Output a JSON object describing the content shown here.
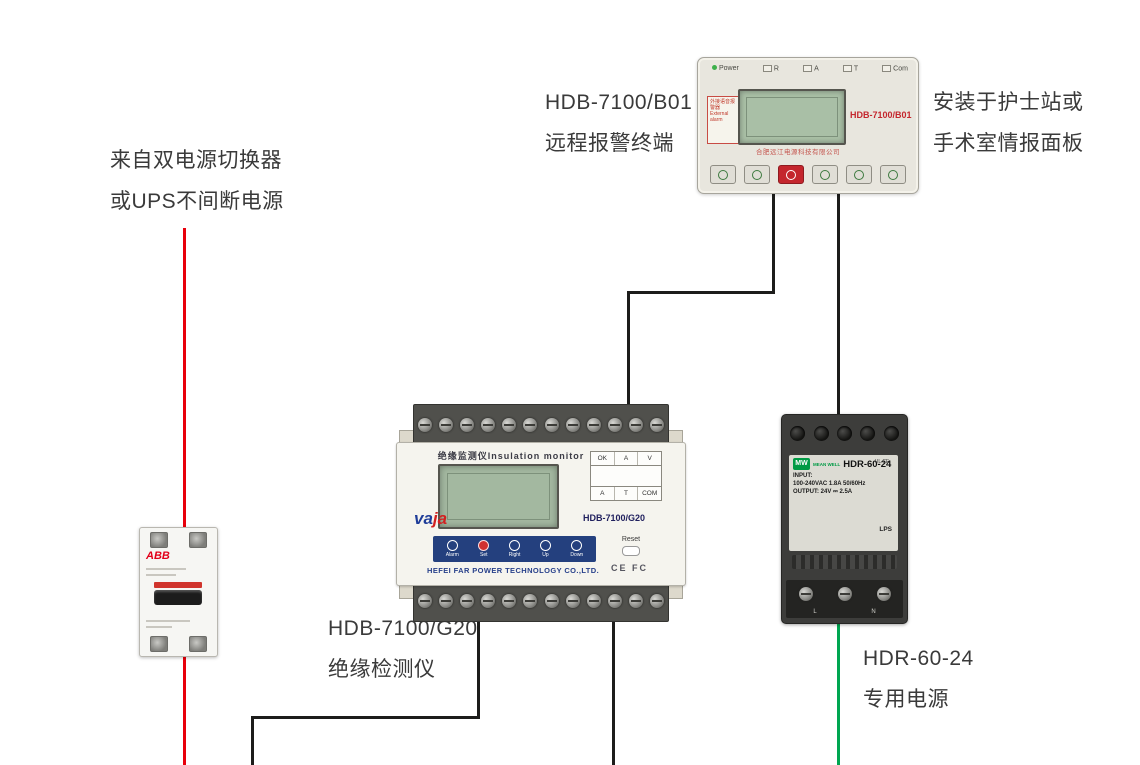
{
  "labels": {
    "source": [
      "来自双电源切换器",
      "或UPS不间断电源"
    ],
    "b01_title": [
      "HDB-7100/B01",
      "远程报警终端"
    ],
    "install": [
      "安装于护士站或",
      "手术室情报面板"
    ],
    "g20_title": [
      "HDB-7100/G20",
      "绝缘检测仪"
    ],
    "hdr_title": [
      "HDR-60-24",
      "专用电源"
    ]
  },
  "devices": {
    "abb": {
      "brand": "ABB"
    },
    "b01": {
      "top_labels": [
        "Power",
        "R",
        "A",
        "T",
        "Com"
      ],
      "side_label_cn": "外接语音报警器",
      "side_label_en": "External alarm",
      "model": "HDB-7100/B01",
      "company": "合肥远江电源科技有限公司"
    },
    "g20": {
      "title": "绝缘监测仪Insulation monitor",
      "brand_va": "va",
      "brand_ja": "ja",
      "model": "HDB-7100/G20",
      "indicators_row1": [
        "OK",
        "A",
        "V"
      ],
      "indicators_row2": [
        "A",
        "T",
        "COM"
      ],
      "buttons": [
        "Alarm",
        "Set",
        "Right",
        "Up",
        "Down"
      ],
      "reset_label": "Reset",
      "company": "HEFEI FAR POWER TECHNOLOGY CO.,LTD.",
      "marks": [
        "CE",
        "FC"
      ]
    },
    "hdr": {
      "brand": "MW",
      "brand_sub": "MEAN WELL",
      "model": "HDR-60-24",
      "input_label": "INPUT:",
      "input_value": "100-240VAC 1.8A 50/60Hz",
      "output_value": "OUTPUT: 24V ⎓ 2.5A",
      "certs": "UL CE",
      "lps": "LPS",
      "terminals": [
        "L",
        "N"
      ]
    }
  },
  "colors": {
    "red_line": "#e8000b",
    "green_line": "#00a651",
    "black_line": "#1d1d1b"
  }
}
